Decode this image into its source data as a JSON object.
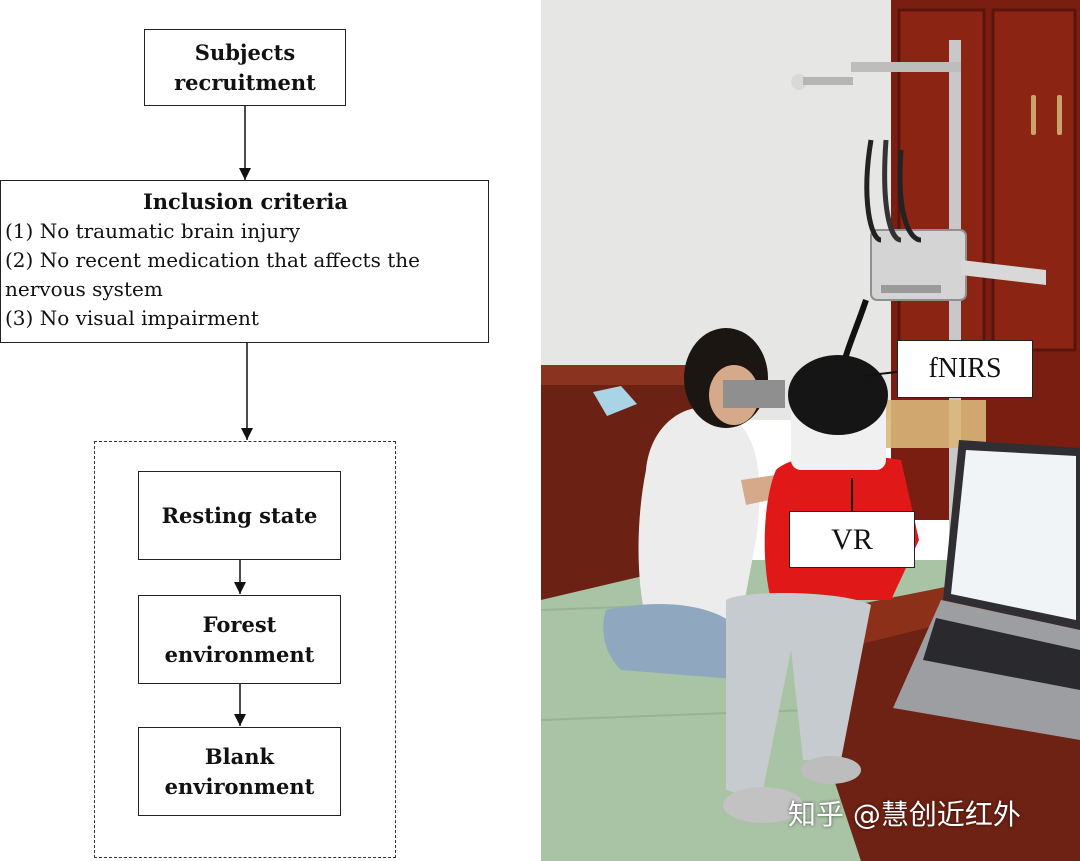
{
  "flowchart": {
    "subjects": "Subjects\nrecruitment",
    "inclusion": {
      "title": "Inclusion criteria",
      "items": [
        "(1) No traumatic brain injury",
        "(2) No recent medication that affects the",
        "nervous system",
        "(3) No visual impairment"
      ]
    },
    "resting": "Resting state",
    "forest": "Forest\nenvironment",
    "blank": "Blank\nenvironment"
  },
  "photo": {
    "labels": {
      "fnirs": "fNIRS",
      "vr": "VR"
    },
    "watermark": "知乎 @慧创近红外"
  }
}
